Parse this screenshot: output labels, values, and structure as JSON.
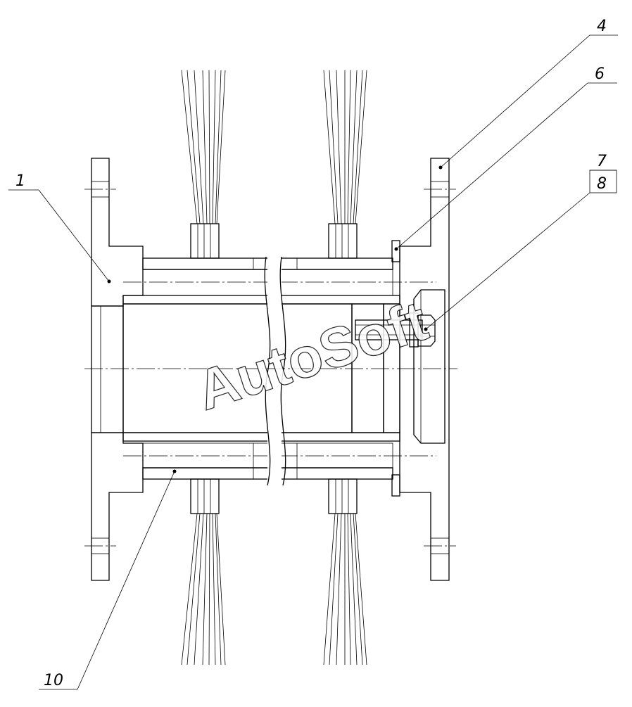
{
  "callouts": [
    {
      "id": "1",
      "label": "1"
    },
    {
      "id": "4",
      "label": "4"
    },
    {
      "id": "6",
      "label": "6"
    },
    {
      "id": "7",
      "label": "7"
    },
    {
      "id": "8",
      "label": "8"
    },
    {
      "id": "10",
      "label": "10"
    }
  ],
  "watermark": "AutoSoft",
  "colors": {
    "line": "#000000",
    "background": "#ffffff"
  }
}
